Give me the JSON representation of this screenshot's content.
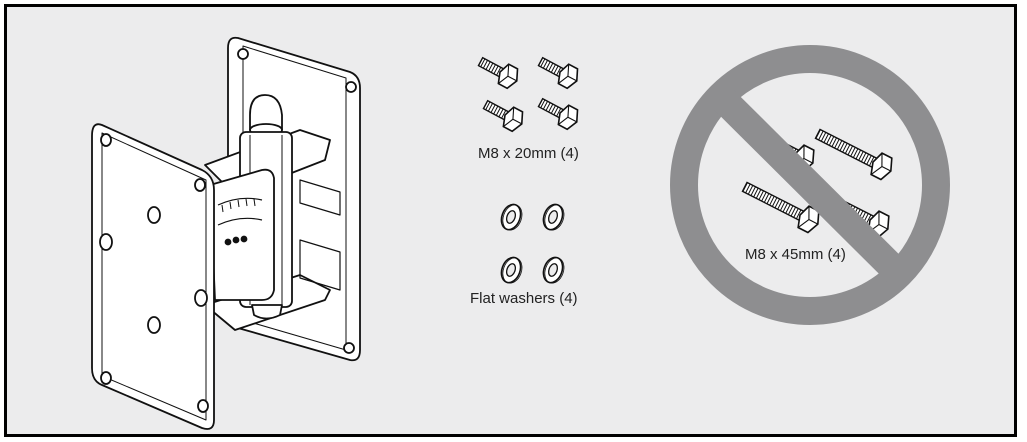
{
  "parts": {
    "short_bolts": {
      "label": "M8 x 20mm (4)",
      "quantity": 4
    },
    "washers": {
      "label": "Flat washers (4)",
      "quantity": 4
    },
    "long_bolts": {
      "label": "M8 x 45mm (4)",
      "quantity": 4,
      "prohibited": true
    }
  },
  "colors": {
    "background": "#ececed",
    "border": "#000000",
    "prohibition": "#8e8e90",
    "line": "#1a1a1a"
  },
  "icons": {
    "bracket": "wall-mount-bracket-icon",
    "bolt": "hex-bolt-icon",
    "washer": "flat-washer-icon",
    "prohibition": "prohibition-sign-icon"
  }
}
